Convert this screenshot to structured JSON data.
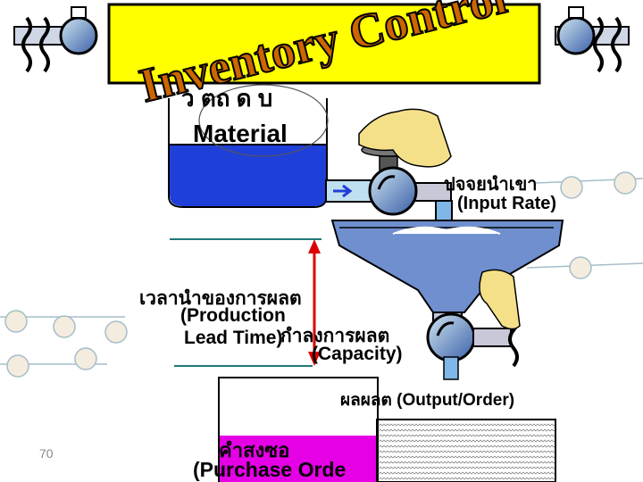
{
  "banner": {
    "title": "Inventory Control",
    "bg_color": "#ffff00",
    "text_color": "#cc6600"
  },
  "raw_material": {
    "thai": "ว ตถ ด บ",
    "english": "Material",
    "fill_color": "#1f3fd9"
  },
  "input_rate": {
    "thai": "ปจจยนำเขา",
    "english": "(Input Rate)"
  },
  "lead_time": {
    "thai": "เวลานำของการผลต",
    "line1": "(Production",
    "line2": "Lead Time)"
  },
  "capacity": {
    "thai": "กำลงการผลต",
    "english": "(Capacity)"
  },
  "output": {
    "label": "ผลผลต (Output/Order)"
  },
  "purchase_order": {
    "thai": "คำสงซอ",
    "english": "(Purchase Orde",
    "fill_color": "#e600e6"
  },
  "page_number": "70",
  "colors": {
    "funnel": "#6f8fcf",
    "valve": "#223a8c",
    "arrow": "#dd0000",
    "line": "#1f7a7a",
    "hand": "#f5e08a"
  }
}
